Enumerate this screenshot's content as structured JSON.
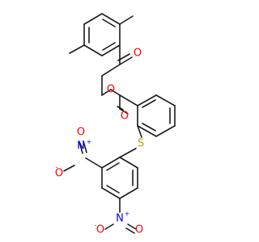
{
  "molecule": {
    "atoms": {
      "oxygen": "O",
      "nitrogen": "N",
      "sulfur": "S"
    },
    "charges": {
      "plus": "+",
      "minus": "-"
    },
    "colors": {
      "bond": "#1a1a1a",
      "oxygen": "#ff0000",
      "nitrogen": "#0000ff",
      "sulfur": "#b8a000",
      "background": "#ffffff"
    }
  }
}
